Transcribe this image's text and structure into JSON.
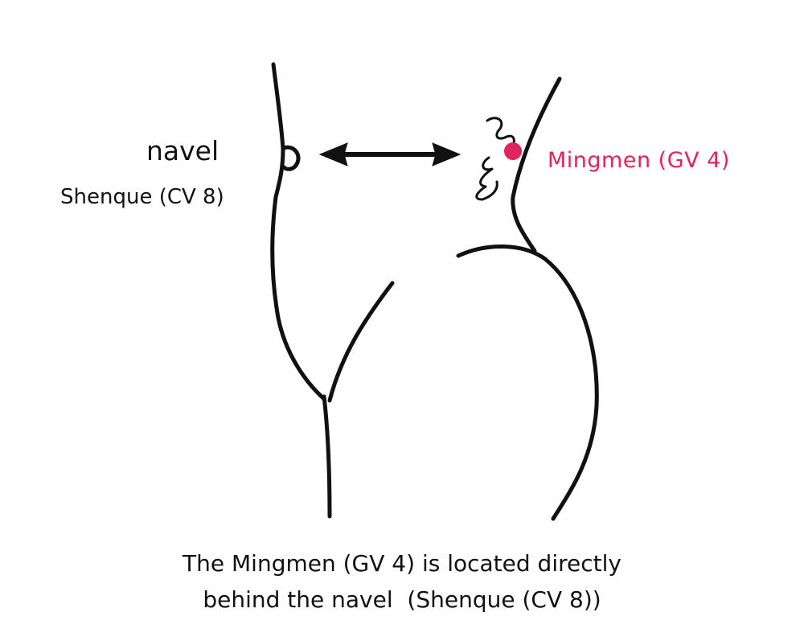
{
  "labels": {
    "navel": "navel",
    "shenque": "Shenque (CV 8)",
    "mingmen": "Mingmen (GV 4)"
  },
  "caption": {
    "line1": "The Mingmen (GV 4) is located directly",
    "line2": "behind the navel  (Shenque (CV 8))"
  },
  "colors": {
    "ink": "#111111",
    "accent": "#e0245e"
  }
}
